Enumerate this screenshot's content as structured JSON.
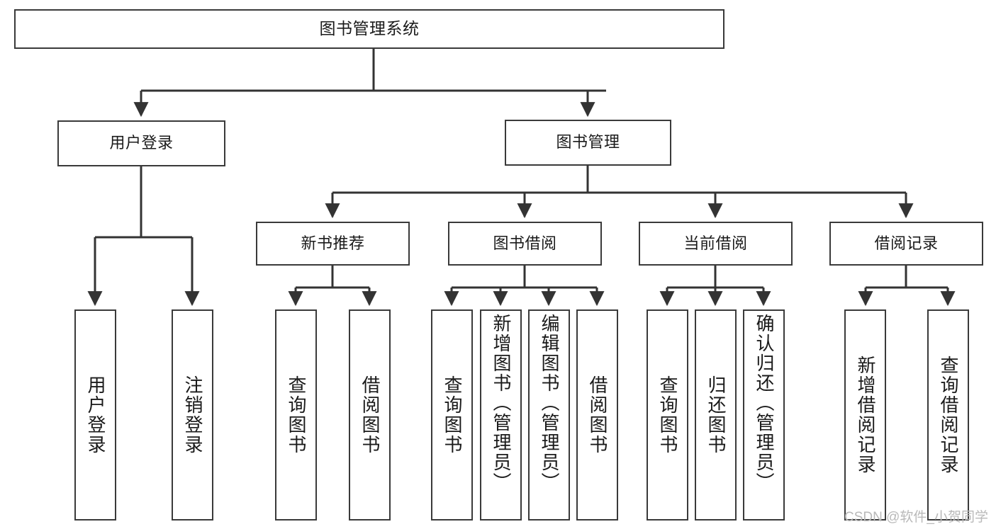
{
  "diagram": {
    "type": "tree",
    "title": "图书管理系统",
    "orientation": "top-down",
    "edge_style": "orthogonal-arrow",
    "colors": {
      "node_border": "#3a3a3a",
      "node_fill": "#ffffff",
      "edge": "#333333",
      "text": "#1a1a1a",
      "watermark": "#b9b9b9",
      "background": "#ffffff"
    }
  },
  "nodes": {
    "root": {
      "label": "图书管理系统"
    },
    "level2": [
      {
        "id": "user-login",
        "label": "用户登录"
      },
      {
        "id": "book-manage",
        "label": "图书管理"
      }
    ],
    "level3": [
      {
        "id": "new-book-recommend",
        "label": "新书推荐"
      },
      {
        "id": "book-borrow",
        "label": "图书借阅"
      },
      {
        "id": "current-borrow",
        "label": "当前借阅"
      },
      {
        "id": "borrow-record",
        "label": "借阅记录"
      }
    ],
    "leaves": {
      "user_login": [
        {
          "id": "leaf-user-login",
          "label": "用户登录"
        },
        {
          "id": "leaf-logout-login",
          "label": "注销登录"
        }
      ],
      "new_book_recommend": [
        {
          "id": "leaf-query-book-1",
          "label": "查询图书"
        },
        {
          "id": "leaf-borrow-book-1",
          "label": "借阅图书"
        }
      ],
      "book_borrow": [
        {
          "id": "leaf-query-book-2",
          "label": "查询图书"
        },
        {
          "id": "leaf-add-book",
          "label": "新增图书（管理员）"
        },
        {
          "id": "leaf-edit-book",
          "label": "编辑图书（管理员）"
        },
        {
          "id": "leaf-borrow-book-2",
          "label": "借阅图书"
        }
      ],
      "current_borrow": [
        {
          "id": "leaf-query-book-3",
          "label": "查询图书"
        },
        {
          "id": "leaf-return-book",
          "label": "归还图书"
        },
        {
          "id": "leaf-confirm-return",
          "label": "确认归还（管理员）"
        }
      ],
      "borrow_record": [
        {
          "id": "leaf-add-record",
          "label": "新增借阅记录"
        },
        {
          "id": "leaf-query-record",
          "label": "查询借阅记录"
        }
      ]
    }
  },
  "watermark": {
    "text": "CSDN @软件_小贺同学"
  }
}
